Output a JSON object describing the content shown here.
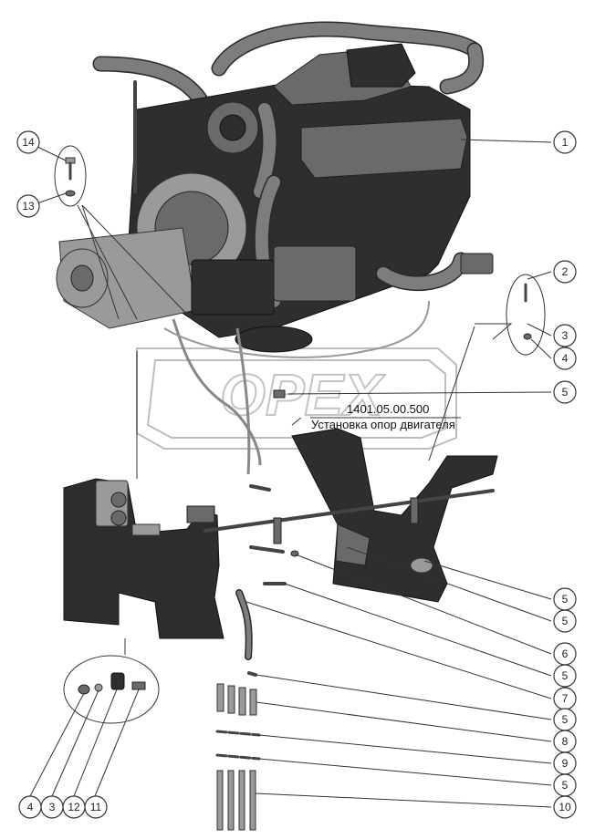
{
  "assembly": {
    "code": "1401.05.00.500",
    "title": "Установка опор двигателя"
  },
  "watermark": "ОРЕХ",
  "callouts": {
    "c1": "1",
    "c2": "2",
    "c3a": "3",
    "c4a": "4",
    "c5a": "5",
    "c5b": "5",
    "c5c": "5",
    "c6": "6",
    "c5d": "5",
    "c7": "7",
    "c5e": "5",
    "c8": "8",
    "c9": "9",
    "c5f": "5",
    "c10": "10",
    "c14": "14",
    "c13": "13",
    "c4b": "4",
    "c3b": "3",
    "c12": "12",
    "c11": "11"
  }
}
